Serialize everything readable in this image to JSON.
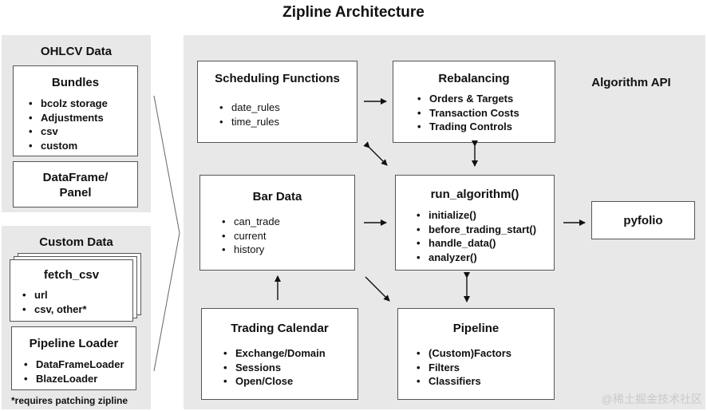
{
  "title": "Zipline Architecture",
  "ohlcv": {
    "heading": "OHLCV Data",
    "bundles": {
      "title": "Bundles",
      "items": [
        "bcolz storage",
        "Adjustments",
        "csv",
        "custom"
      ]
    },
    "dataframe": {
      "line1": "DataFrame/",
      "line2": "Panel"
    }
  },
  "custom": {
    "heading": "Custom Data",
    "fetch_csv": {
      "title": "fetch_csv",
      "items": [
        "url",
        "csv, other*"
      ]
    },
    "pipeline_loader": {
      "title": "Pipeline Loader",
      "items": [
        "DataFrameLoader",
        "BlazeLoader"
      ]
    },
    "note": "*requires patching zipline"
  },
  "algorithm_api": {
    "heading": "Algorithm API",
    "scheduling": {
      "title": "Scheduling Functions",
      "items": [
        "date_rules",
        "time_rules"
      ]
    },
    "rebalancing": {
      "title": "Rebalancing",
      "items": [
        "Orders & Targets",
        "Transaction Costs",
        "Trading Controls"
      ]
    },
    "bar_data": {
      "title": "Bar Data",
      "items": [
        "can_trade",
        "current",
        "history"
      ]
    },
    "run_algorithm": {
      "title": "run_algorithm()",
      "items": [
        "initialize()",
        "before_trading_start()",
        "handle_data()",
        "analyzer()"
      ]
    },
    "trading_calendar": {
      "title": "Trading Calendar",
      "items": [
        "Exchange/Domain",
        "Sessions",
        "Open/Close"
      ]
    },
    "pipeline": {
      "title": "Pipeline",
      "items": [
        "(Custom)Factors",
        "Filters",
        "Classifiers"
      ]
    }
  },
  "pyfolio": {
    "title": "pyfolio"
  },
  "watermark": "@稀土掘金技术社区"
}
